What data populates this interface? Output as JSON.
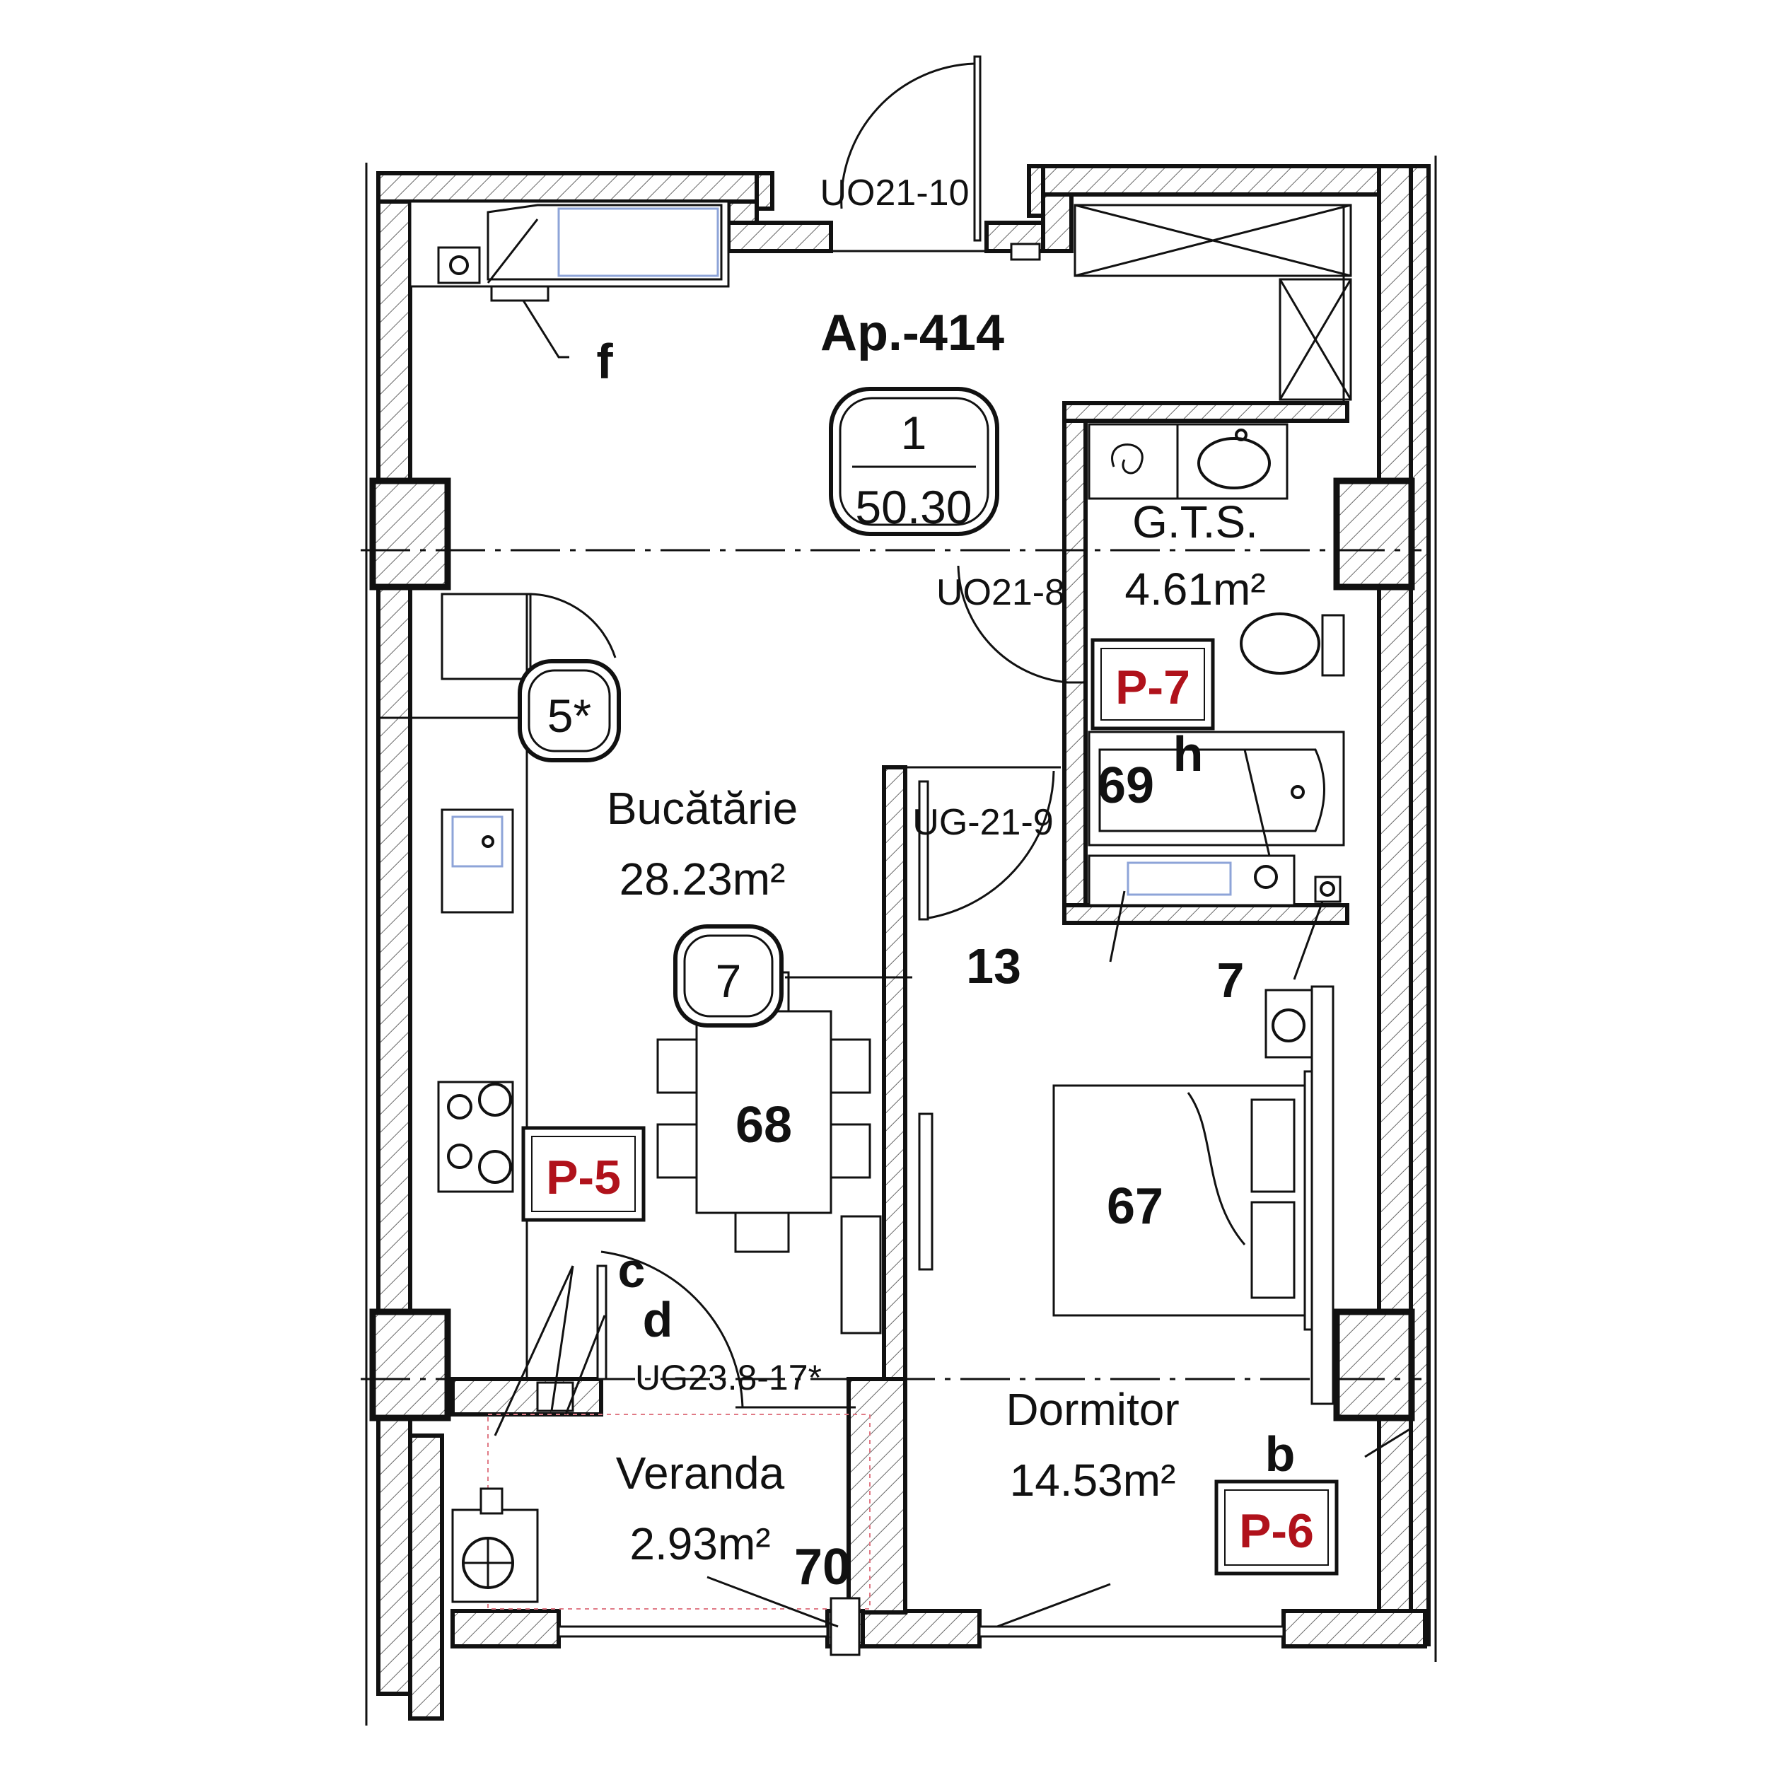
{
  "apartment": {
    "title": "Ap.-414",
    "number": "1",
    "total_area": "50.30"
  },
  "rooms": [
    {
      "id": "bucatarie",
      "name": "Bucătărie",
      "area": "28.23m²"
    },
    {
      "id": "gts",
      "name": "G.T.S.",
      "area": "4.61m²"
    },
    {
      "id": "dormitor",
      "name": "Dormitor",
      "area": "14.53m²"
    },
    {
      "id": "veranda",
      "name": "Veranda",
      "area": "2.93m²"
    }
  ],
  "doors": [
    "UO21-10",
    "UO21-8",
    "UG-21-9",
    "UG23.8-17*"
  ],
  "tags": [
    "P-5",
    "P-6",
    "P-7"
  ],
  "markers": [
    "5*",
    "7"
  ],
  "furniture_numbers": [
    "68",
    "67",
    "69",
    "70"
  ],
  "callouts": [
    "f",
    "c",
    "d",
    "h",
    "b",
    "13",
    "7"
  ],
  "colors": {
    "tag_red": "#b0121b",
    "fixture_blue": "#8ea4d8",
    "outline": "#111111"
  }
}
